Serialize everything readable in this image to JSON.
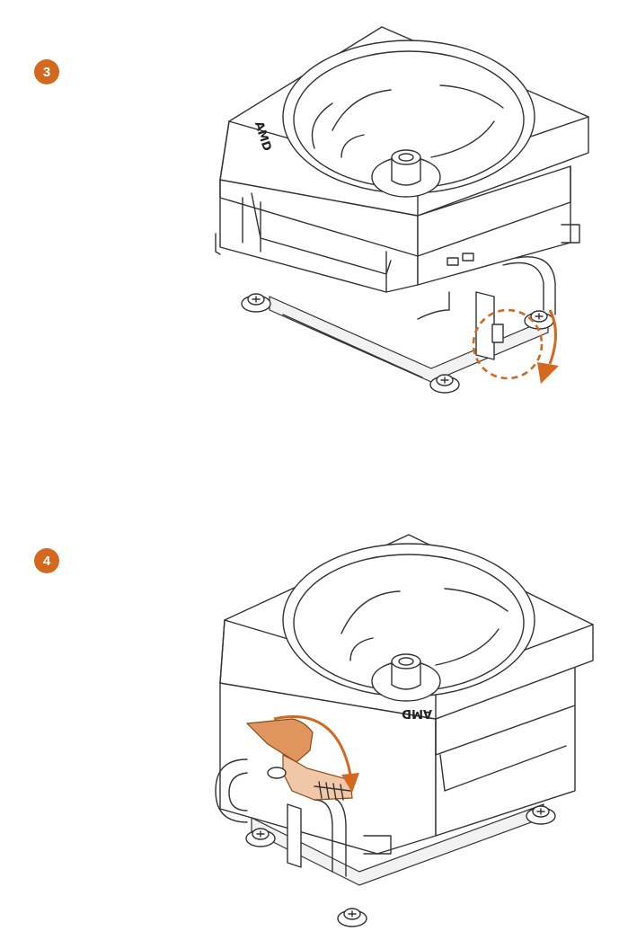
{
  "colors": {
    "accent": "#d2691e",
    "lever": "#e0955f",
    "lever_light": "#f0c8a8",
    "line": "#333333"
  },
  "steps": [
    {
      "number": "3",
      "logo_text": "AMD"
    },
    {
      "number": "4",
      "logo_text": "AMD"
    }
  ]
}
